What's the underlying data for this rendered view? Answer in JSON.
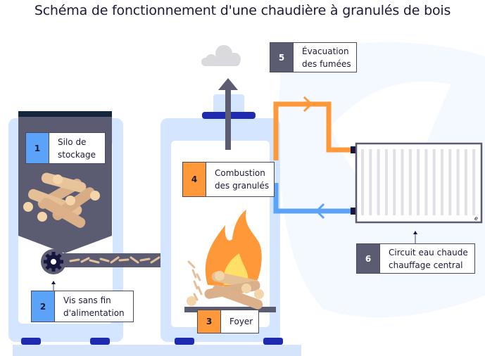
{
  "title": "Schéma de fonctionnement d'une chaudière à granulés de bois",
  "colors": {
    "silo_body": "#5b5b72",
    "frame_light": "#d3e5ff",
    "feet": "#1e2ab0",
    "hot_pipe": "#ff9838",
    "cold_pipe": "#5ba3f8",
    "label_blue": "#5ba3f8",
    "label_orange": "#ff9838",
    "label_dark": "#5b5b72",
    "flame_outer": "#ff9838",
    "flame_inner": "#ffe066",
    "smoke_cloud": "#d9d9de"
  },
  "labels": [
    {
      "number": "1",
      "text": "Silo de\nstockage",
      "name": "silo-de-stockage"
    },
    {
      "number": "2",
      "text": "Vis sans fin\nd'alimentation",
      "name": "vis-sans-fin"
    },
    {
      "number": "3",
      "text": "Foyer",
      "name": "foyer"
    },
    {
      "number": "4",
      "text": "Combustion\ndes granulés",
      "name": "combustion"
    },
    {
      "number": "5",
      "text": "Évacuation\ndes fumées",
      "name": "evacuation-fumees"
    },
    {
      "number": "6",
      "text": "Circuit eau chaude\nchauffage central",
      "name": "circuit-eau-chaude"
    }
  ],
  "radiator_mark": "e"
}
